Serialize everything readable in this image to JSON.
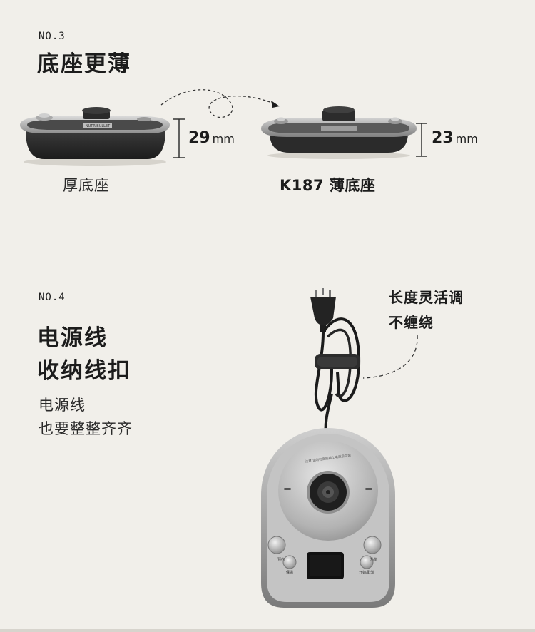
{
  "section3": {
    "no": "NO.3",
    "title": "底座更薄",
    "thick": {
      "label": "厚底座",
      "value": "29",
      "unit": "mm",
      "brand": "NUTRIBULLET"
    },
    "thin": {
      "label": "K187 薄底座",
      "value": "23",
      "unit": "mm"
    }
  },
  "section4": {
    "no": "NO.4",
    "title_line1": "电源线",
    "title_line2": "收纳线扣",
    "sub_line1": "电源线",
    "sub_line2": "也要整整齐齐",
    "callout_line1": "长度灵活调",
    "callout_line2": "不缠绕",
    "device": {
      "label_top_left": "预约",
      "label_bottom_left": "保温",
      "label_top_right": "功能",
      "label_bottom_right": "开始/取消"
    }
  }
}
